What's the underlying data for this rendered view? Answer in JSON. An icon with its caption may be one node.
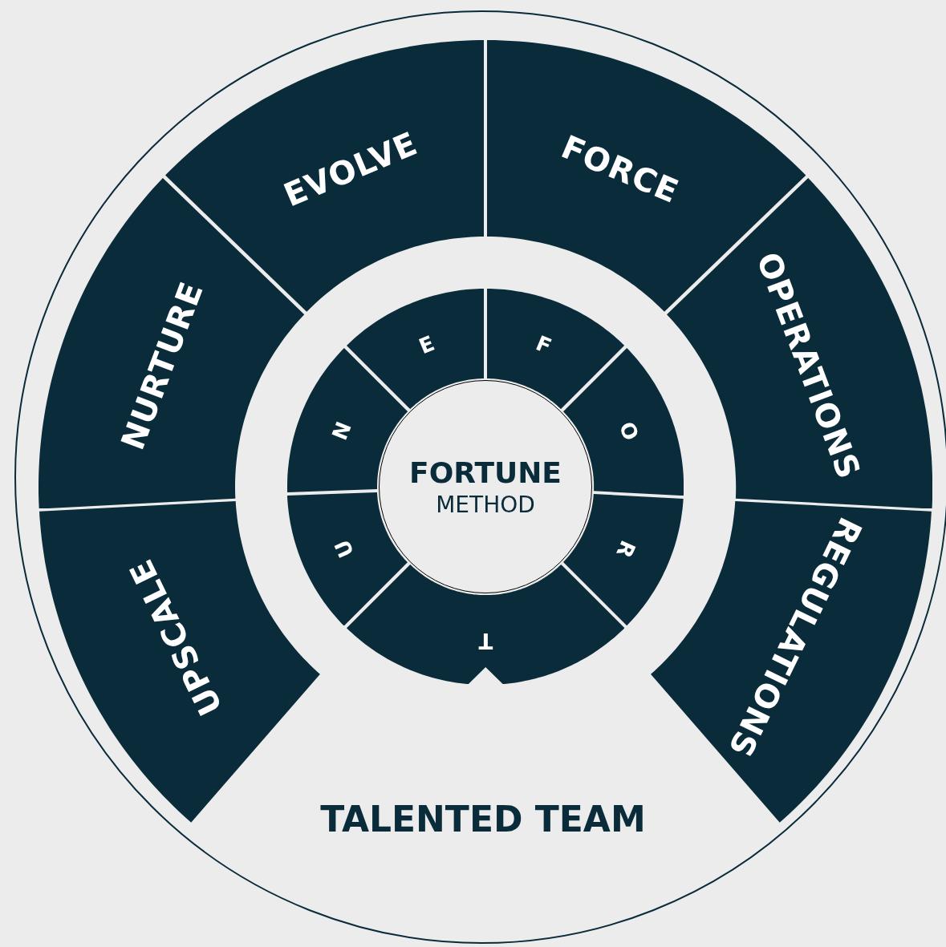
{
  "diagram": {
    "nodes": [
      {
        "text": [
          "TALENTED TEAM"
        ]
      },
      {
        "text": [
          "FORCE"
        ],
        "in": 0
      },
      {
        "text": [
          "OPERATIONS"
        ],
        "in": 0
      },
      {
        "text": [
          "REGULATIONS"
        ],
        "in": 0
      },
      {
        "text": [
          "UPSCALE"
        ],
        "in": 0
      },
      {
        "text": [
          "NURTURE"
        ],
        "in": 0
      },
      {
        "text": [
          "EVOLVE"
        ],
        "in": 0
      },
      {
        "text": [
          "F"
        ],
        "in": 0
      },
      {
        "text": [
          "O"
        ],
        "in": 0
      },
      {
        "text": [
          "R"
        ],
        "in": 0
      },
      {
        "text": [
          "T"
        ],
        "in": 0
      },
      {
        "text": [
          "U"
        ],
        "in": 0
      },
      {
        "text": [
          "N"
        ],
        "in": 0
      },
      {
        "text": [
          "E"
        ],
        "in": 0
      },
      {
        "text": [
          "FORTUNE",
          "METHOD"
        ],
        "in": 0
      }
    ]
  }
}
